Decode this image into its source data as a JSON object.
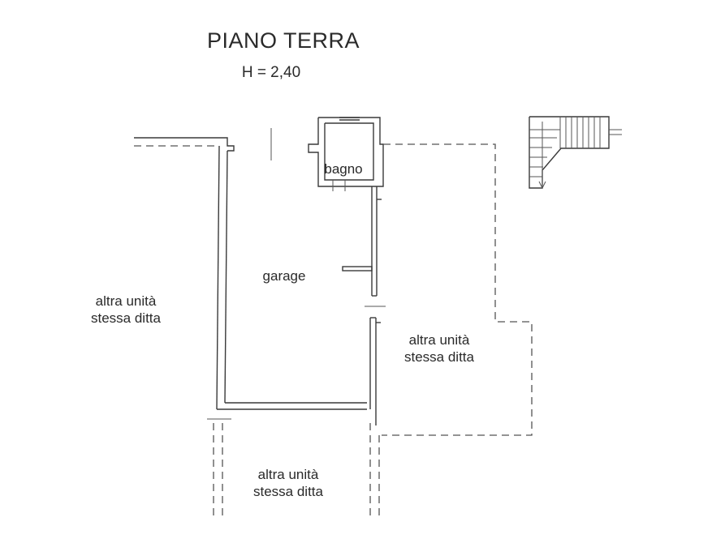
{
  "title": "PIANO TERRA",
  "height_label": "H = 2,40",
  "rooms": {
    "bathroom": "bagno",
    "garage": "garage"
  },
  "neighbors": {
    "left": [
      "altra unità",
      "stessa ditta"
    ],
    "right": [
      "altra unità",
      "stessa ditta"
    ],
    "bottom": [
      "altra unità",
      "stessa ditta"
    ]
  },
  "colors": {
    "line": "#3a3a3a",
    "text": "#2a2a2a",
    "background": "#ffffff"
  }
}
